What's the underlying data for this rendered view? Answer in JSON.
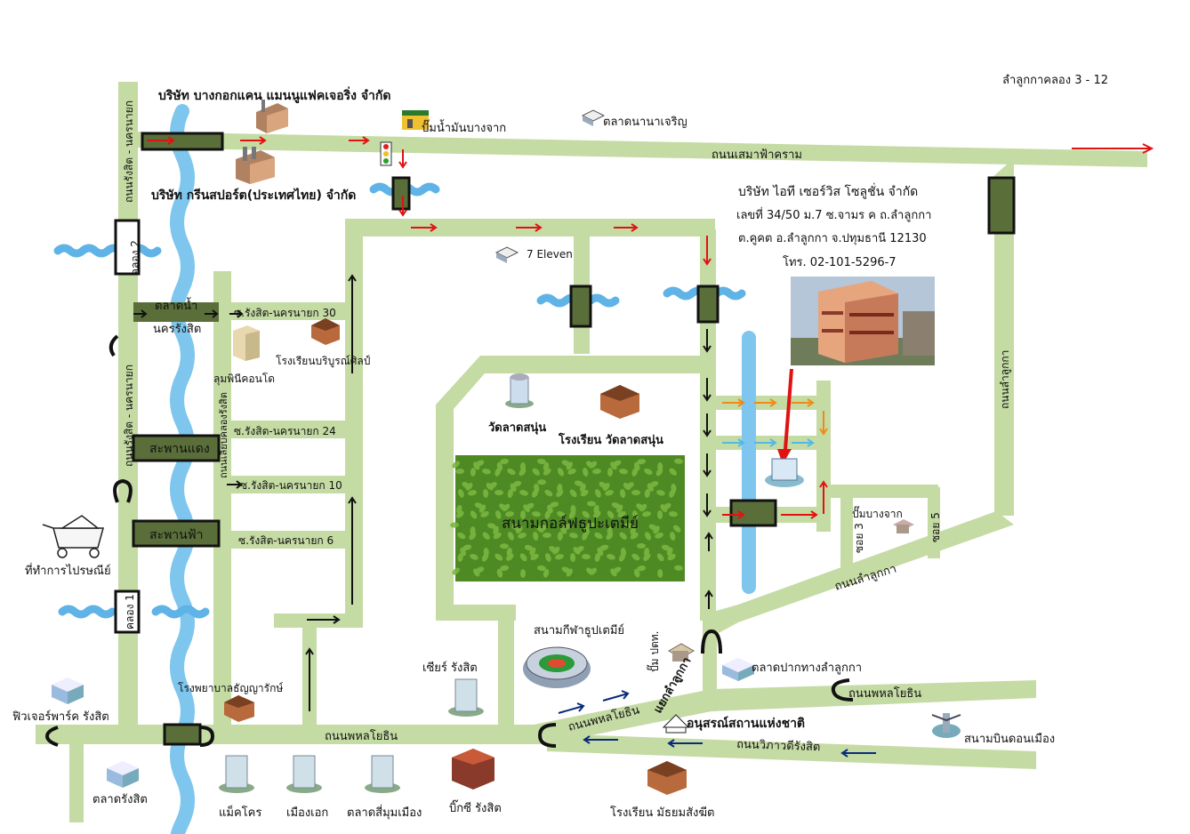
{
  "header": {
    "area_label": "ลำลูกกาคลอง 3 - 12"
  },
  "company": {
    "name": "บริษัท ไอที เซอร์วิส โซลูชั่น จำกัด",
    "address1": "เลขที่ 34/50 ม.7 ซ.จามร ค ถ.ลำลูกกา",
    "address2": "ต.คูคต อ.ลำลูกกา จ.ปทุมธานี 12130",
    "phone": "โทร. 02-101-5296-7"
  },
  "places": {
    "bangkok_can": "บริษัท บางกอกแคน แมนนูแฟคเจอริ่ง จำกัด",
    "green_spot": "บริษัท กรีนสปอร์ต(ประเทศไทย) จำกัด",
    "gas_bangchak_top": "ปั๊มน้ำมันบางจาก",
    "market_na_charoen": "ตลาดนานาเจริญ",
    "seven_eleven": "7 Eleven",
    "rangsit_market_floating": "ตลาดน้ำ",
    "rangsit_market_floating2": "นครรังสิต",
    "lumpini": "ลุมพินีคอนโด",
    "school_boriboon": "โรงเรียนบริบูรณ์ศิลป์",
    "saphan_daeng": "สะพานแดง",
    "saphan_fa": "สะพานฟ้า",
    "post_office": "ที่ทำการไปรษณีย์",
    "wat_lat_sanun": "วัดลาดสนุ่น",
    "school_wat": "โรงเรียน วัดลาดสนุ่น",
    "golf": "สนามกอล์ฟธูปะเตมีย์",
    "stadium": "สนามกีฬาธูปเตมีย์",
    "future_park": "ฟิวเจอร์พาร์ค รังสิต",
    "hospital": "โรงพยาบาลธัญญารักษ์",
    "zeer": "เซียร์ รังสิต",
    "ptt": "ปั๊ม ปตท.",
    "market_pak_thang": "ตลาดปากทางลำลูกกา",
    "junction": "แยกลำลูกกา",
    "monument": "อนุสรณ์สถานแห่งชาติ",
    "don_mueang": "สนามบินดอนเมือง",
    "talad_rangsit": "ตลาดรังสิต",
    "makro": "แม็คโคร",
    "mueang_ek": "เมืองเอก",
    "talad_si_mum": "ตลาดสี่มุมเมือง",
    "big_c": "บิ๊กซี รังสิต",
    "school_mattayom": "โรงเรียน มัธยมสังฆีต",
    "gas_bangchak_bottom": "ปั๊มบางจาก"
  },
  "roads": {
    "rangsit_nakhon_nayok": "ถนนรังสิต - นครนายก",
    "rangsit_nakhon_nayok2": "ถนนรังสิต - นครนายก",
    "liap_khlong": "ถนนเลียบคลองรังสิต",
    "soi30": "ซ.รังสิต-นครนายก 30",
    "soi24": "ซ.รังสิต-นครนายก 24",
    "soi10": "ซ.รังสิต-นครนายก 10",
    "soi6": "ซ.รังสิต-นครนายก 6",
    "sema_fa_kram": "ถนนเสมาฟ้าคราม",
    "lam_luk_ka_v": "ถนนลำลูกกา",
    "lam_luk_ka_h": "ถนนลำลูกกา",
    "phahon_main": "ถนนพหลโยธิน",
    "phahon_diag": "ถนนพหลโยธิน",
    "phahon_right": "ถนนพหลโยธิน",
    "vibhavadi": "ถนนวิภาวดีรังสิต",
    "soi3": "ซอย 3",
    "soi5": "ซอย 5",
    "khlong2": "คลอง 2",
    "khlong1": "คลอง 1"
  },
  "icons": [
    "factory-icon",
    "gas-station-icon",
    "store-icon",
    "traffic-light-icon",
    "building-icon",
    "school-icon",
    "stadium-icon",
    "mail-cart-icon",
    "monument-icon",
    "airport-icon",
    "office-photo"
  ]
}
